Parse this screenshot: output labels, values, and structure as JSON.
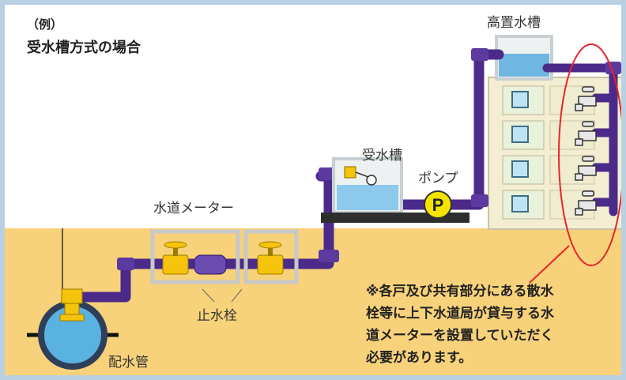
{
  "header": {
    "example": "（例）",
    "method": "受水槽方式の場合"
  },
  "labels": {
    "water_meter": "水道メーター",
    "stopcock": "止水栓",
    "water_main": "配水管",
    "receiving_tank": "受水槽",
    "pump": "ポンプ",
    "pump_symbol": "P",
    "elevated_tank": "高置水槽"
  },
  "note": {
    "lines": [
      "※各戸及び共有部分にある散水",
      "栓等に上下水道局が貸与する水",
      "道メーターを設置していただく",
      "必要があります。"
    ]
  },
  "colors": {
    "ground": "#f8d27a",
    "pipe": "#4b2a8a",
    "valve": "#f5c40c",
    "water": "#9fd4ee",
    "annotation": "#e8232a",
    "building": "#f3eed2"
  }
}
